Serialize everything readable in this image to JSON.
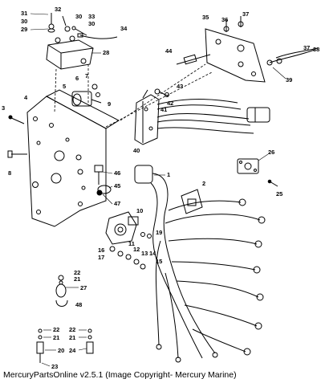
{
  "caption": "MercuryPartsOnline v2.5.1 (Image Copyright- Mercury Marine)",
  "callouts": [
    "1",
    "2",
    "3",
    "4",
    "5",
    "6",
    "7",
    "8",
    "9",
    "10",
    "11",
    "12",
    "13",
    "14",
    "15",
    "16",
    "17",
    "19",
    "20",
    "21",
    "22",
    "23",
    "24",
    "25",
    "26",
    "27",
    "28",
    "29",
    "30",
    "31",
    "32",
    "33",
    "34",
    "35",
    "36",
    "37",
    "38",
    "39",
    "40",
    "41",
    "42",
    "43",
    "44",
    "45",
    "46",
    "47",
    "48"
  ]
}
